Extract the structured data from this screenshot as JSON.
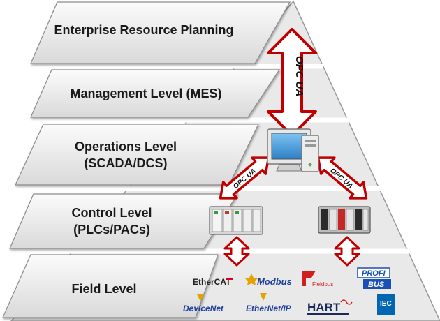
{
  "levels": {
    "erp": "Enterprise Resource Planning",
    "mes": "Management Level (MES)",
    "ops_line1": "Operations Level",
    "ops_line2": "(SCADA/DCS)",
    "control_line1": "Control Level",
    "control_line2": "(PLCs/PACs)",
    "field": "Field Level"
  },
  "opc_label": "OPC UA",
  "protocols": {
    "ethercat": "EtherCAT",
    "modbus": "Modbus",
    "fieldbus": "Fieldbus",
    "profibus_top": "PROFI",
    "profibus_bottom": "BUS",
    "devicenet": "DeviceNet",
    "ethernetip": "EtherNet/IP",
    "hart": "HART",
    "iec": "IEC"
  },
  "colors": {
    "arrow_fill": "#ffffff",
    "arrow_stroke": "#c00000",
    "band_light": "#f2f2f2",
    "band_dark": "#cfcfcf",
    "text": "#1a1a1a",
    "ethercat_red": "#d6001c",
    "modbus_blue": "#1f3f9a",
    "fieldbus_red": "#d21f1f",
    "profibus_blue": "#1a4fb5",
    "hart_navy": "#1d2b5c",
    "iec_blue": "#0066b3"
  },
  "icons": [
    "computer-icon",
    "plc-rack-icon",
    "pac-chassis-icon"
  ]
}
